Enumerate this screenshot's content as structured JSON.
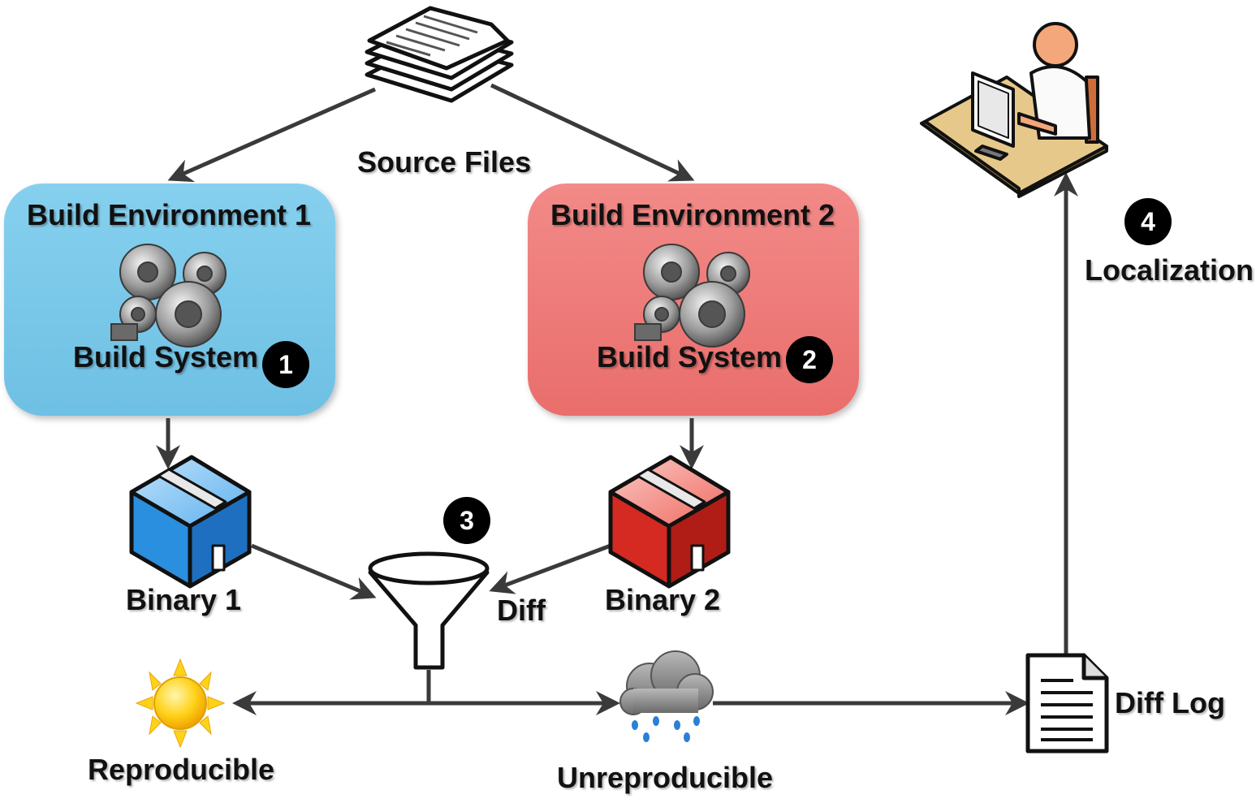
{
  "source_files": {
    "label": "Source Files"
  },
  "build_env_1": {
    "title": "Build Environment 1",
    "system_label": "Build System",
    "step": "1",
    "color": "#79c8e8"
  },
  "build_env_2": {
    "title": "Build Environment 2",
    "system_label": "Build System",
    "step": "2",
    "color": "#ef7a78"
  },
  "binary_1": {
    "label": "Binary 1",
    "color": "#2b8fe0"
  },
  "binary_2": {
    "label": "Binary 2",
    "color": "#d42a22"
  },
  "diff": {
    "label": "Diff",
    "step": "3"
  },
  "outcomes": {
    "reproducible": "Reproducible",
    "unreproducible": "Unreproducible"
  },
  "diff_log": {
    "label": "Diff Log"
  },
  "localization": {
    "label": "Localization",
    "step": "4"
  }
}
